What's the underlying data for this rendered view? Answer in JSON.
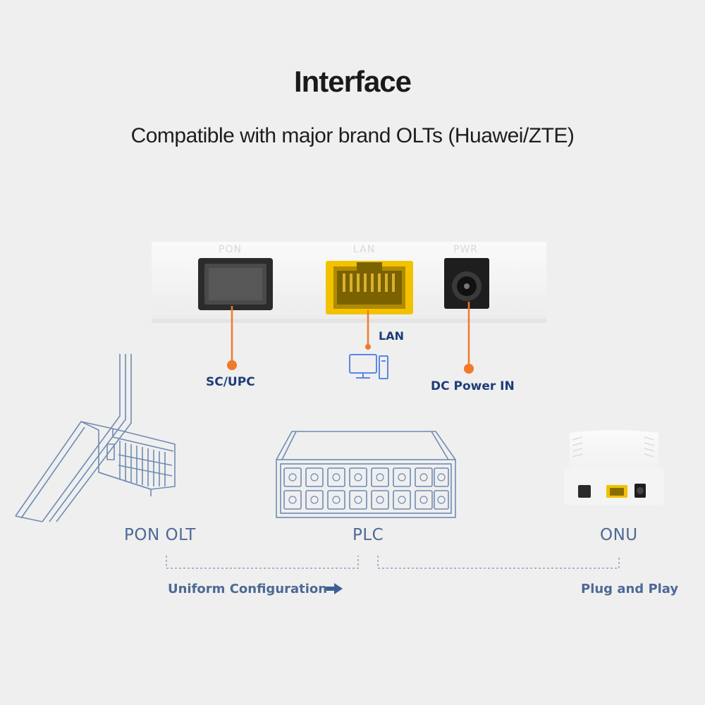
{
  "header": {
    "title": "Interface",
    "subtitle": "Compatible with major brand OLTs (Huawei/ZTE)"
  },
  "ports": {
    "panel_labels": [
      "PON",
      "LAN",
      "PWR"
    ],
    "sc_upc": "SC/UPC",
    "lan": "LAN",
    "dc_power": "DC Power IN"
  },
  "devices": {
    "olt": "PON OLT",
    "plc": "PLC",
    "onu": "ONU"
  },
  "footer": {
    "left": "Uniform Configuration",
    "right": "Plug and Play"
  },
  "colors": {
    "accent": "#f0792b",
    "label": "#1e3d78",
    "device": "#4d6994",
    "lan_port": "#f2c200"
  }
}
